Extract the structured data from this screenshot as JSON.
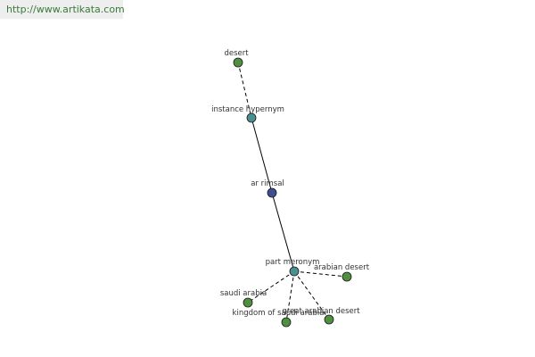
{
  "header": {
    "url_text": "http://www.artikata.com"
  },
  "colors": {
    "banner_background": "#eeeeee",
    "banner_text": "#3a7a3a",
    "node_leaf": "#4f8f3f",
    "node_relation": "#4a9090",
    "node_root": "#3d4f90",
    "edge": "#000000"
  },
  "graph": {
    "nodes": [
      {
        "id": "desert",
        "label": "desert",
        "kind": "leaf"
      },
      {
        "id": "instance-hypernym",
        "label": "instance hypernym",
        "kind": "relation"
      },
      {
        "id": "ar-rimsal",
        "label": "ar rimsal",
        "kind": "root"
      },
      {
        "id": "part-meronym",
        "label": "part meronym",
        "kind": "relation"
      },
      {
        "id": "arabian-desert",
        "label": "arabian desert",
        "kind": "leaf"
      },
      {
        "id": "saudi-arabia",
        "label": "saudi arabia",
        "kind": "leaf"
      },
      {
        "id": "kingdom-of-saudi-arabia",
        "label": "kingdom of saudi arabia",
        "kind": "leaf"
      },
      {
        "id": "great-arabian-desert",
        "label": "great arabian desert",
        "kind": "leaf"
      }
    ],
    "edges": [
      {
        "from": "desert",
        "to": "instance-hypernym",
        "style": "dashed"
      },
      {
        "from": "instance-hypernym",
        "to": "ar-rimsal",
        "style": "solid"
      },
      {
        "from": "ar-rimsal",
        "to": "part-meronym",
        "style": "solid"
      },
      {
        "from": "part-meronym",
        "to": "arabian-desert",
        "style": "dashed"
      },
      {
        "from": "part-meronym",
        "to": "saudi-arabia",
        "style": "dashed"
      },
      {
        "from": "part-meronym",
        "to": "kingdom-of-saudi-arabia",
        "style": "dashed"
      },
      {
        "from": "part-meronym",
        "to": "great-arabian-desert",
        "style": "dashed"
      }
    ]
  }
}
